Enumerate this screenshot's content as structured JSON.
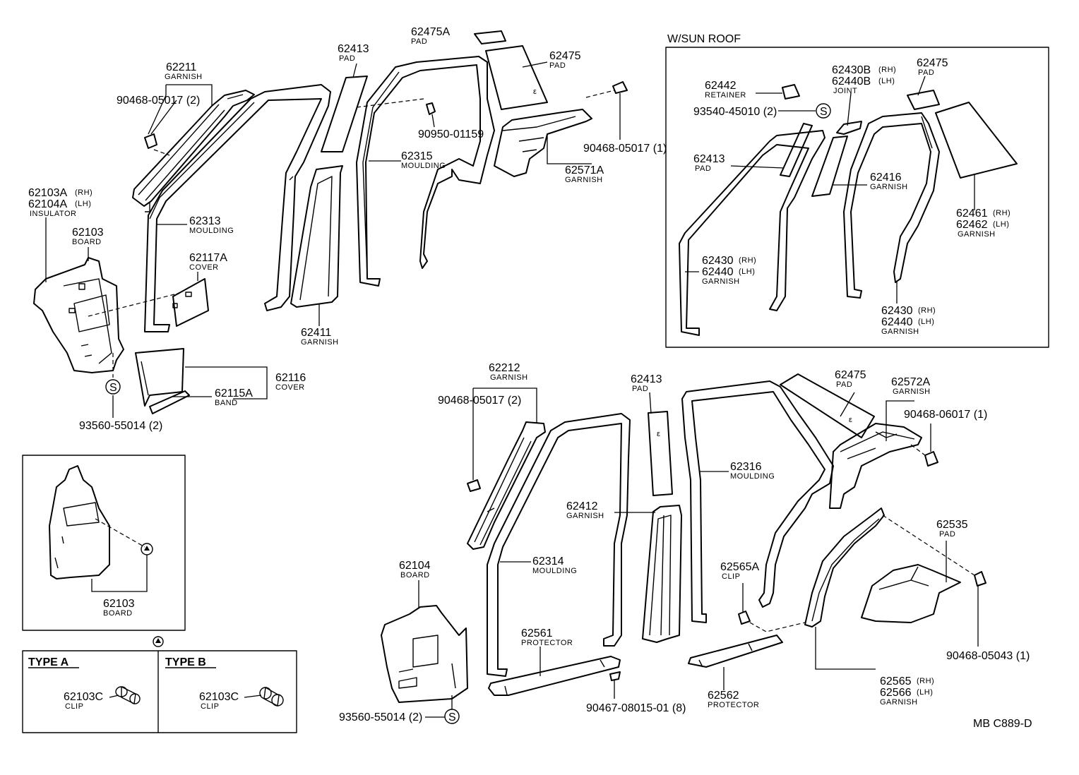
{
  "labels": {
    "sunroof_title": "W/SUN  ROOF",
    "ref_code": "MB  C889-D",
    "p62211": "62211",
    "p62211_d": "GARNISH",
    "p90468_05017_2a": "90468-05017 (2)",
    "p62103A": "62103A",
    "p62104A": "62104A",
    "rh": "(RH)",
    "lh": "(LH)",
    "p62103A_d": "INSULATOR",
    "p62103": "62103",
    "p62103_d": "BOARD",
    "p62313": "62313",
    "p62313_d": "MOULDING",
    "p62117A": "62117A",
    "p62117A_d": "COVER",
    "p62116": "62116",
    "p62116_d": "COVER",
    "p62115A": "62115A",
    "p62115A_d": "BAND",
    "p93560_a": "93560-55014 (2)",
    "p62413": "62413",
    "p62413_d": "PAD",
    "p62411": "62411",
    "p62411_d": "GARNISH",
    "p62475A": "62475A",
    "p62475A_d": "PAD",
    "p62475": "62475",
    "p62475_d": "PAD",
    "p90950": "90950-01159",
    "p62315": "62315",
    "p62315_d": "MOULDING",
    "p62571A": "62571A",
    "p62571A_d": "GARNISH",
    "p90468_05017_1": "90468-05017 (1)",
    "p62442": "62442",
    "p62442_d": "RETAINER",
    "p93540": "93540-45010 (2)",
    "p62430B": "62430B",
    "p62440B": "62440B",
    "p62430B_d": "JOINT",
    "p62416": "62416",
    "p62416_d": "GARNISH",
    "p62461": "62461",
    "p62462": "62462",
    "p62461_d": "GARNISH",
    "p62430": "62430",
    "p62440": "62440",
    "p62430_d": "GARNISH",
    "p62212": "62212",
    "p62212_d": "GARNISH",
    "p90468_05017_2b": "90468-05017 (2)",
    "p62412": "62412",
    "p62412_d": "GARNISH",
    "p62314": "62314",
    "p62314_d": "MOULDING",
    "p62104": "62104",
    "p62104_d": "BOARD",
    "p62561": "62561",
    "p62561_d": "PROTECTOR",
    "p93560_b": "93560-55014 (2)",
    "p90467": "90467-08015-01 (8)",
    "p62316": "62316",
    "p62316_d": "MOULDING",
    "p62565A": "62565A",
    "p62565A_d": "CLIP",
    "p62562": "62562",
    "p62562_d": "PROTECTOR",
    "p62572A": "62572A",
    "p62572A_d": "GARNISH",
    "p90468_06017": "90468-06017 (1)",
    "p62535": "62535",
    "p62535_d": "PAD",
    "p90468_05043": "90468-05043 (1)",
    "p62565": "62565",
    "p62566": "62566",
    "p62565_d": "GARNISH",
    "inset_62103": "62103",
    "inset_62103_d": "BOARD",
    "type_a": "TYPE  A",
    "type_b": "TYPE  B",
    "p62103C_a": "62103C",
    "p62103C_a_d": "CLIP",
    "p62103C_b": "62103C",
    "p62103C_b_d": "CLIP",
    "s_mark": "S"
  }
}
